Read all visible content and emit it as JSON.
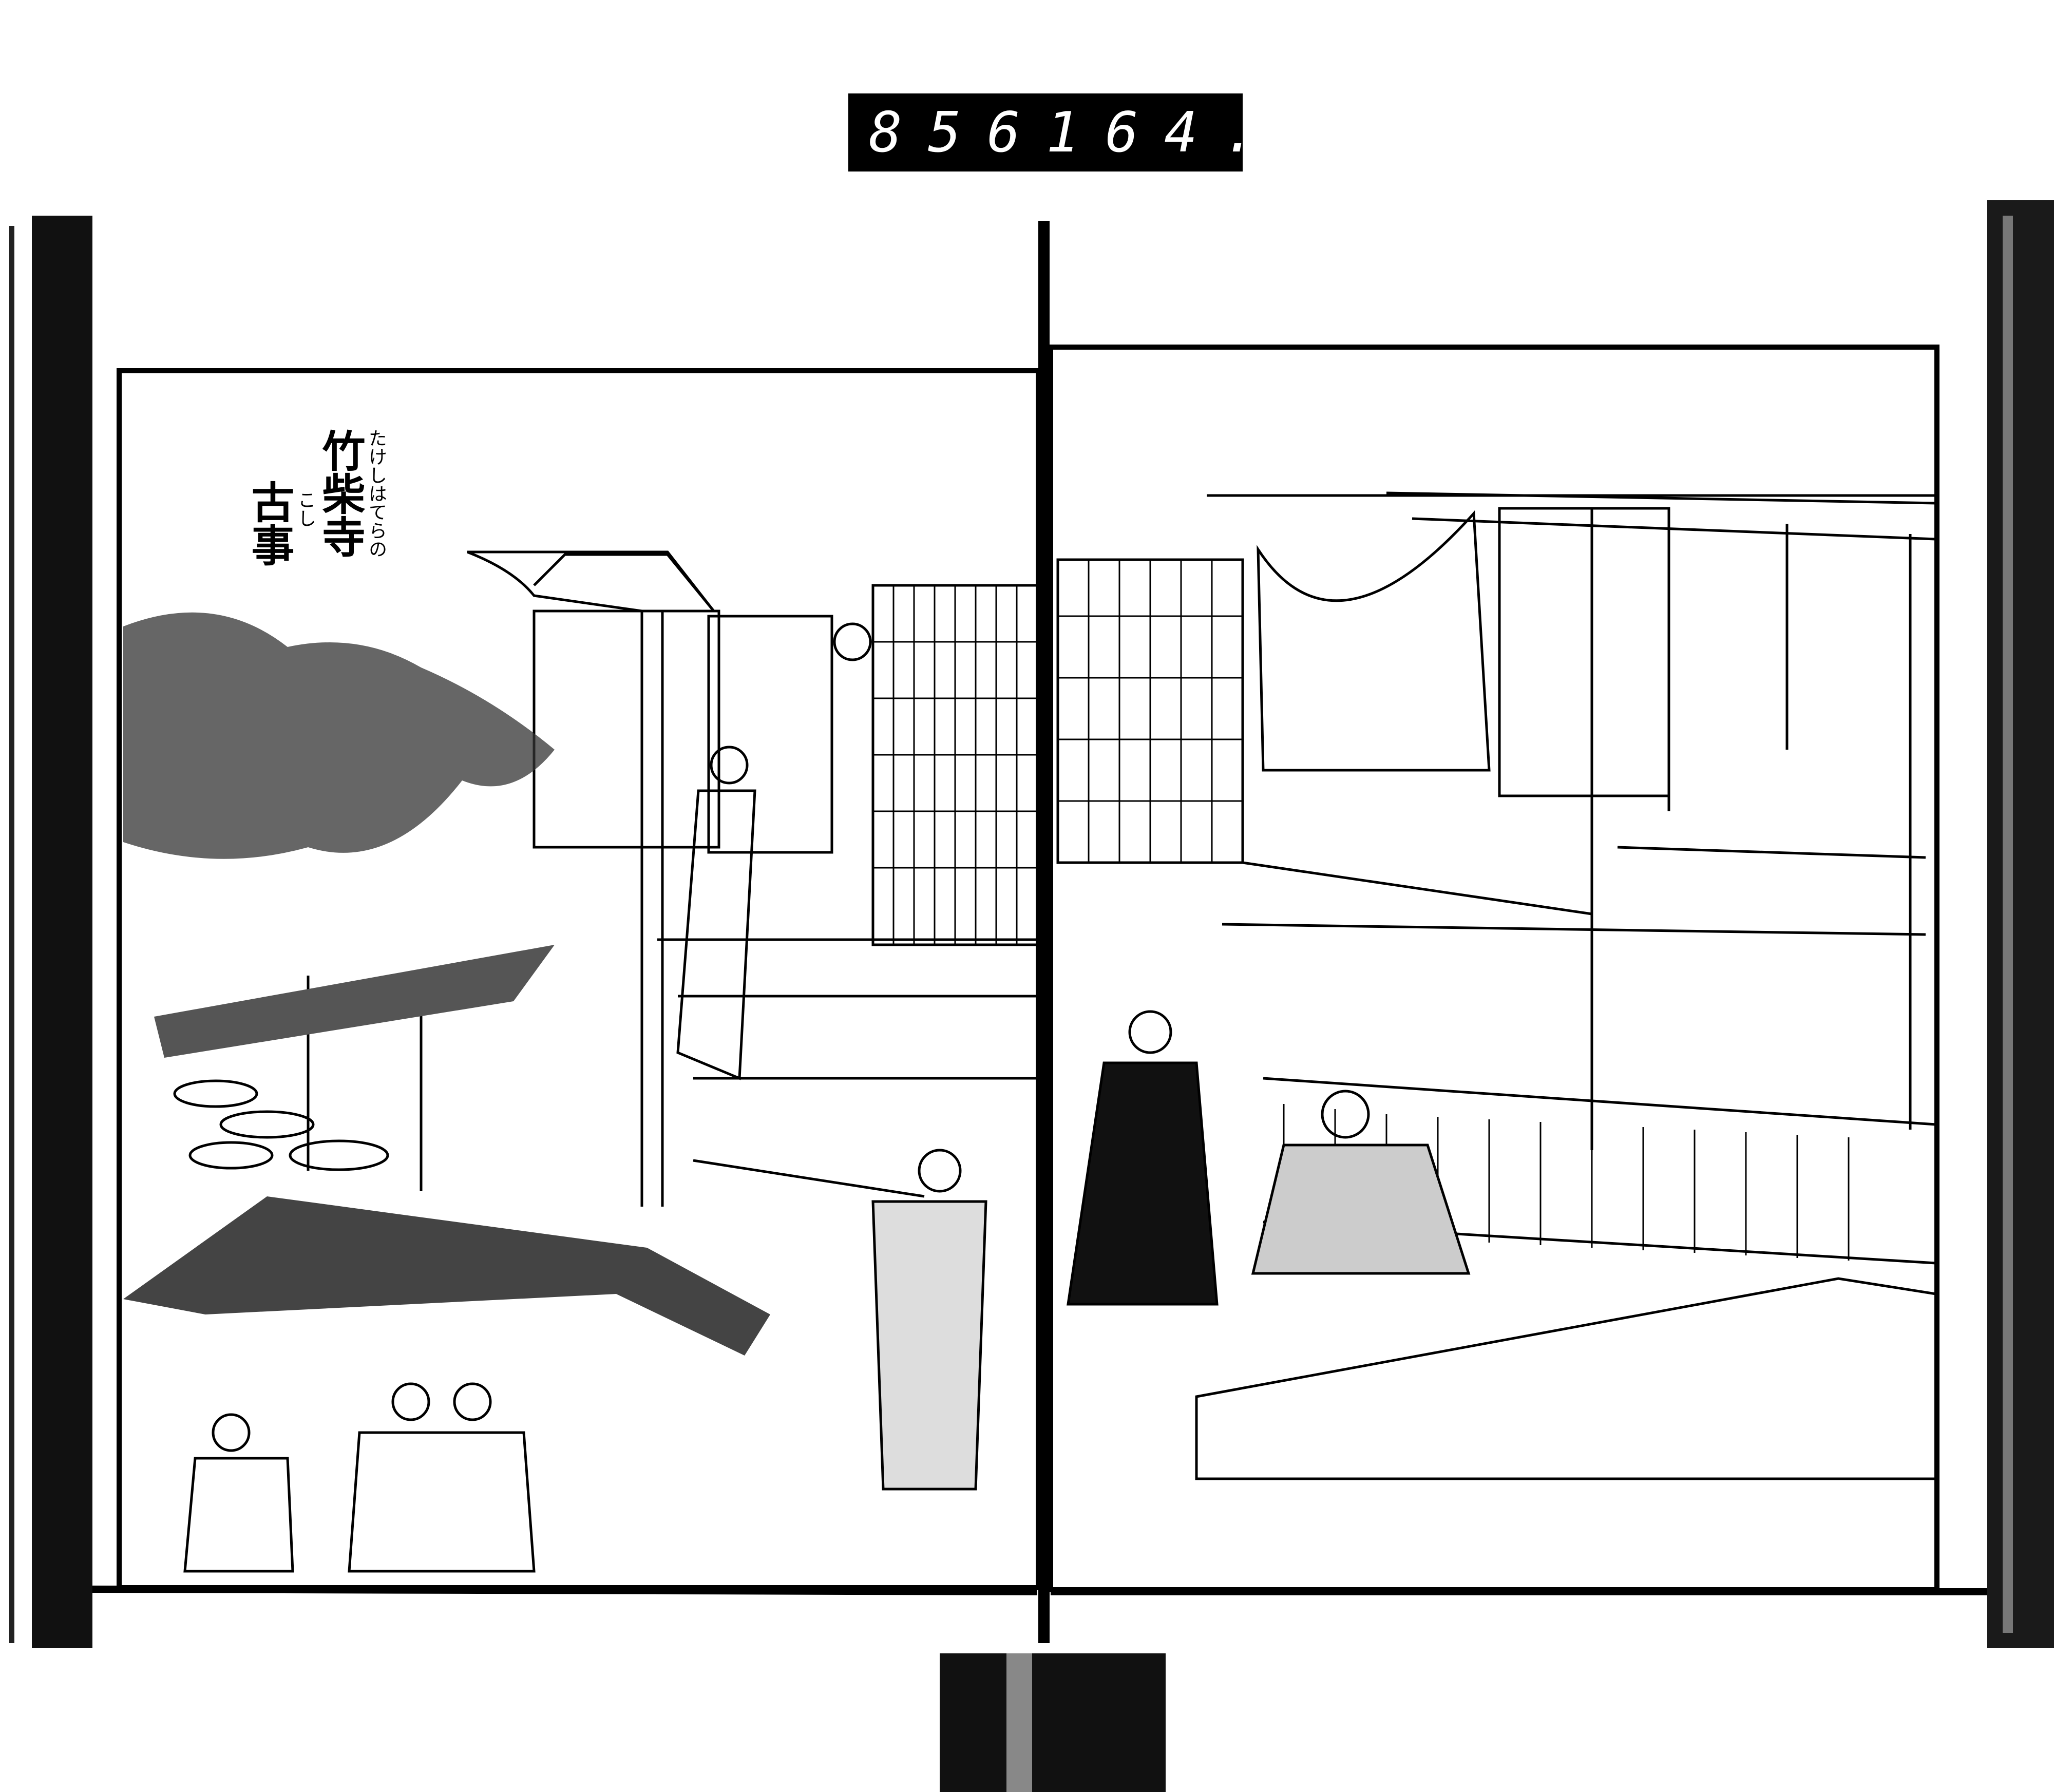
{
  "catalog_label": {
    "left_number": "856",
    "right_number": "164."
  },
  "illustration_title": {
    "line1": "竹柴寺",
    "line1_reading": "たけしはてらの",
    "line2": "古事",
    "line2_reading": "こし"
  },
  "colors": {
    "ink": "#000000",
    "paper": "#ffffff"
  }
}
